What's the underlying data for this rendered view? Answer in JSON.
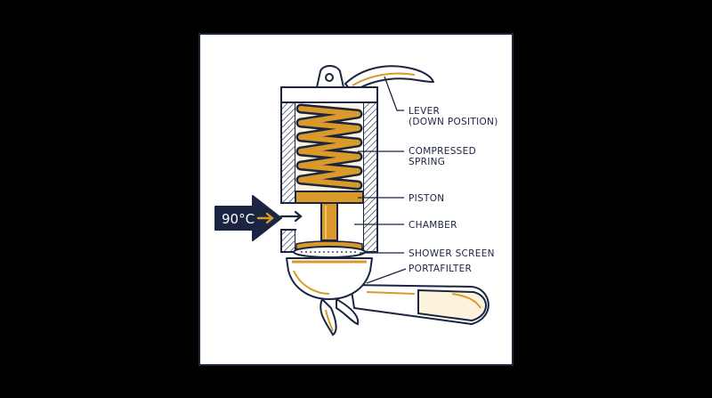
{
  "colors": {
    "background": "#000000",
    "panel": "#ffffff",
    "navy": "#1b2440",
    "amber": "#d99a2b",
    "amber_light": "#f3c46a",
    "cream": "#fdf3dd"
  },
  "inlet": {
    "temperature": "90°C",
    "arrow_icon": "right-arrow"
  },
  "labels": [
    {
      "id": "lever",
      "lines": [
        "LEVER",
        "(DOWN POSITION)"
      ]
    },
    {
      "id": "spring",
      "lines": [
        "COMPRESSED",
        "SPRING"
      ]
    },
    {
      "id": "piston",
      "lines": [
        "PISTON"
      ]
    },
    {
      "id": "chamber",
      "lines": [
        "CHAMBER"
      ]
    },
    {
      "id": "shower-screen",
      "lines": [
        "SHOWER SCREEN"
      ]
    },
    {
      "id": "portafilter",
      "lines": [
        "PORTAFILTER"
      ]
    }
  ]
}
